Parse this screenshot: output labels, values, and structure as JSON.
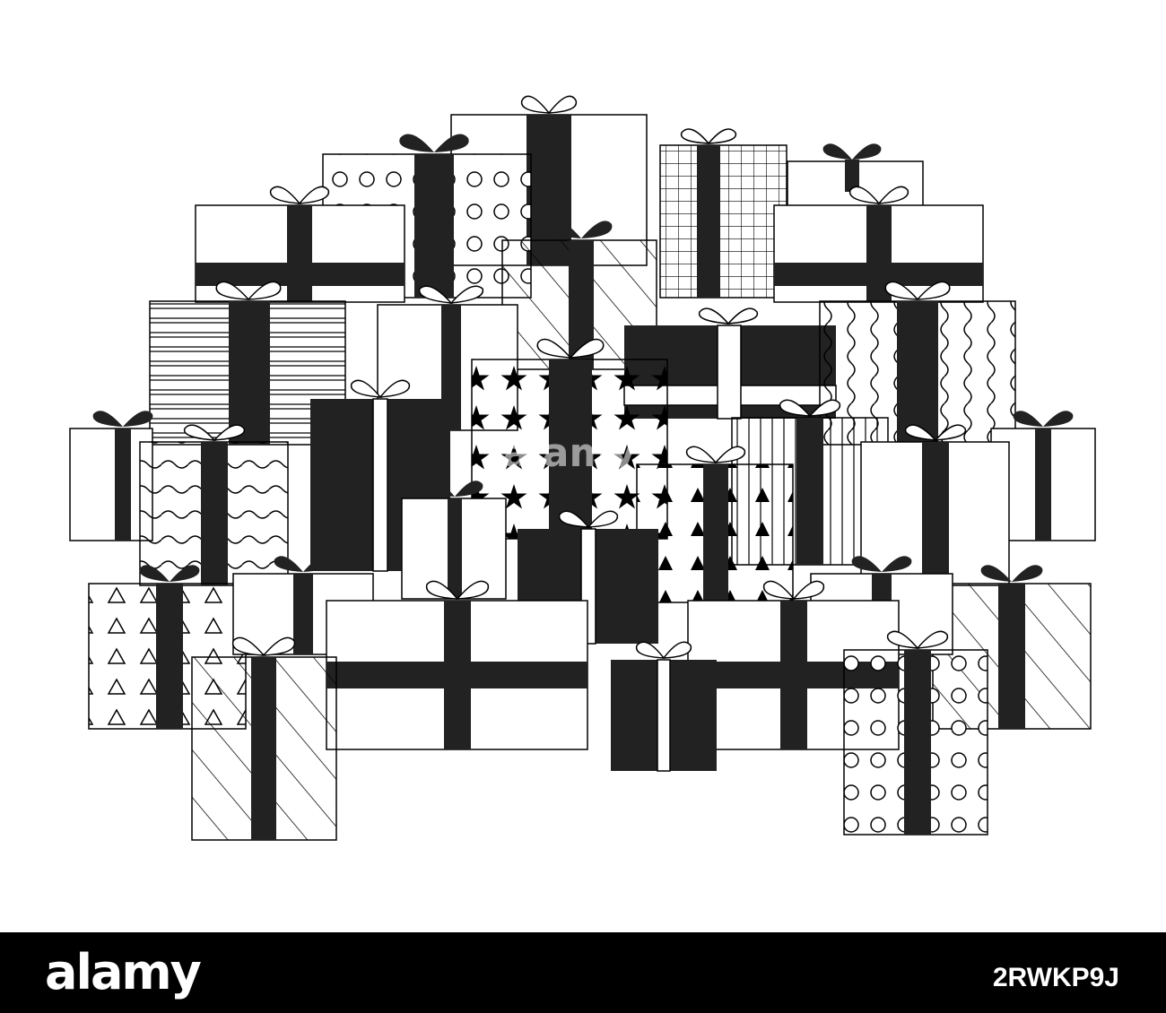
{
  "palette": {
    "ink": "#000000",
    "paper": "#ffffff",
    "fill": "#222222"
  },
  "watermark": {
    "text": "alamy"
  },
  "footer": {
    "brand": "alamy",
    "image_id": "2RWKP9J"
  }
}
